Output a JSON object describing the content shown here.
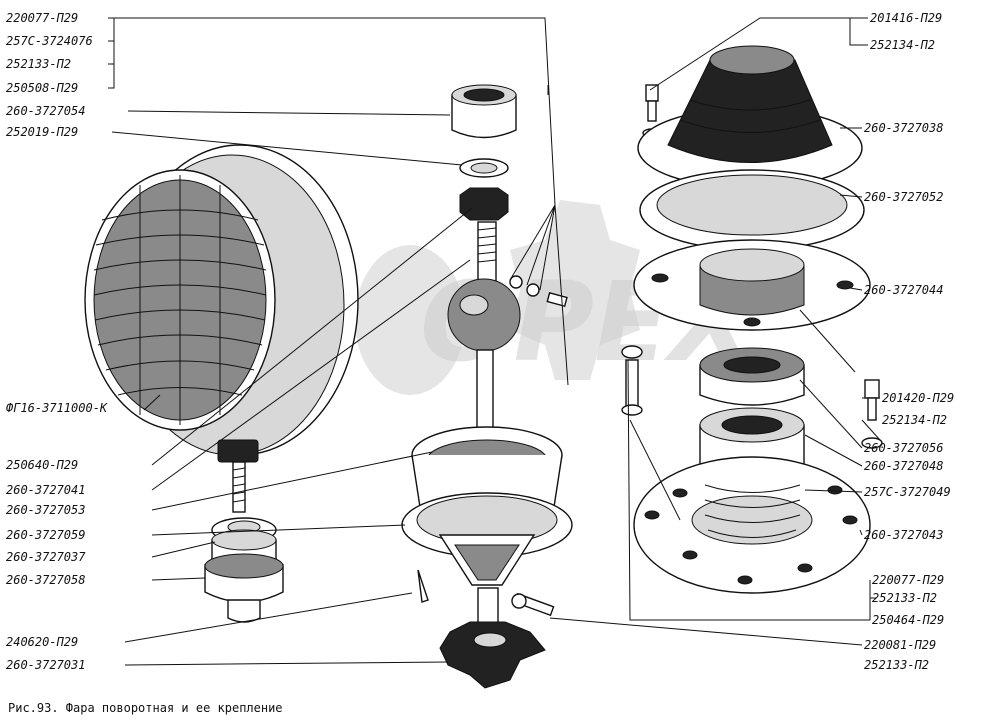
{
  "caption": "Рис.93. Фара поворотная и ее крепление",
  "watermark": "OPEX",
  "labels_left": [
    "220077-П29",
    "257С-3724076",
    "252133-П2",
    "250508-П29",
    "260-3727054",
    "252019-П29",
    "ФГ16-3711000-К",
    "250640-П29",
    "260-3727041",
    "260-3727053",
    "260-3727059",
    "260-3727037",
    "260-3727058",
    "240620-П29",
    "260-3727031"
  ],
  "labels_right": [
    "201416-П29",
    "252134-П2",
    "260-3727038",
    "260-3727052",
    "260-3727044",
    "201420-П29",
    "252134-П2",
    "260-3727056",
    "260-3727048",
    "257С-3727049",
    "260-3727043",
    "220077-П29",
    "252133-П2",
    "250464-П29",
    "220081-П29",
    "252133-П2"
  ]
}
